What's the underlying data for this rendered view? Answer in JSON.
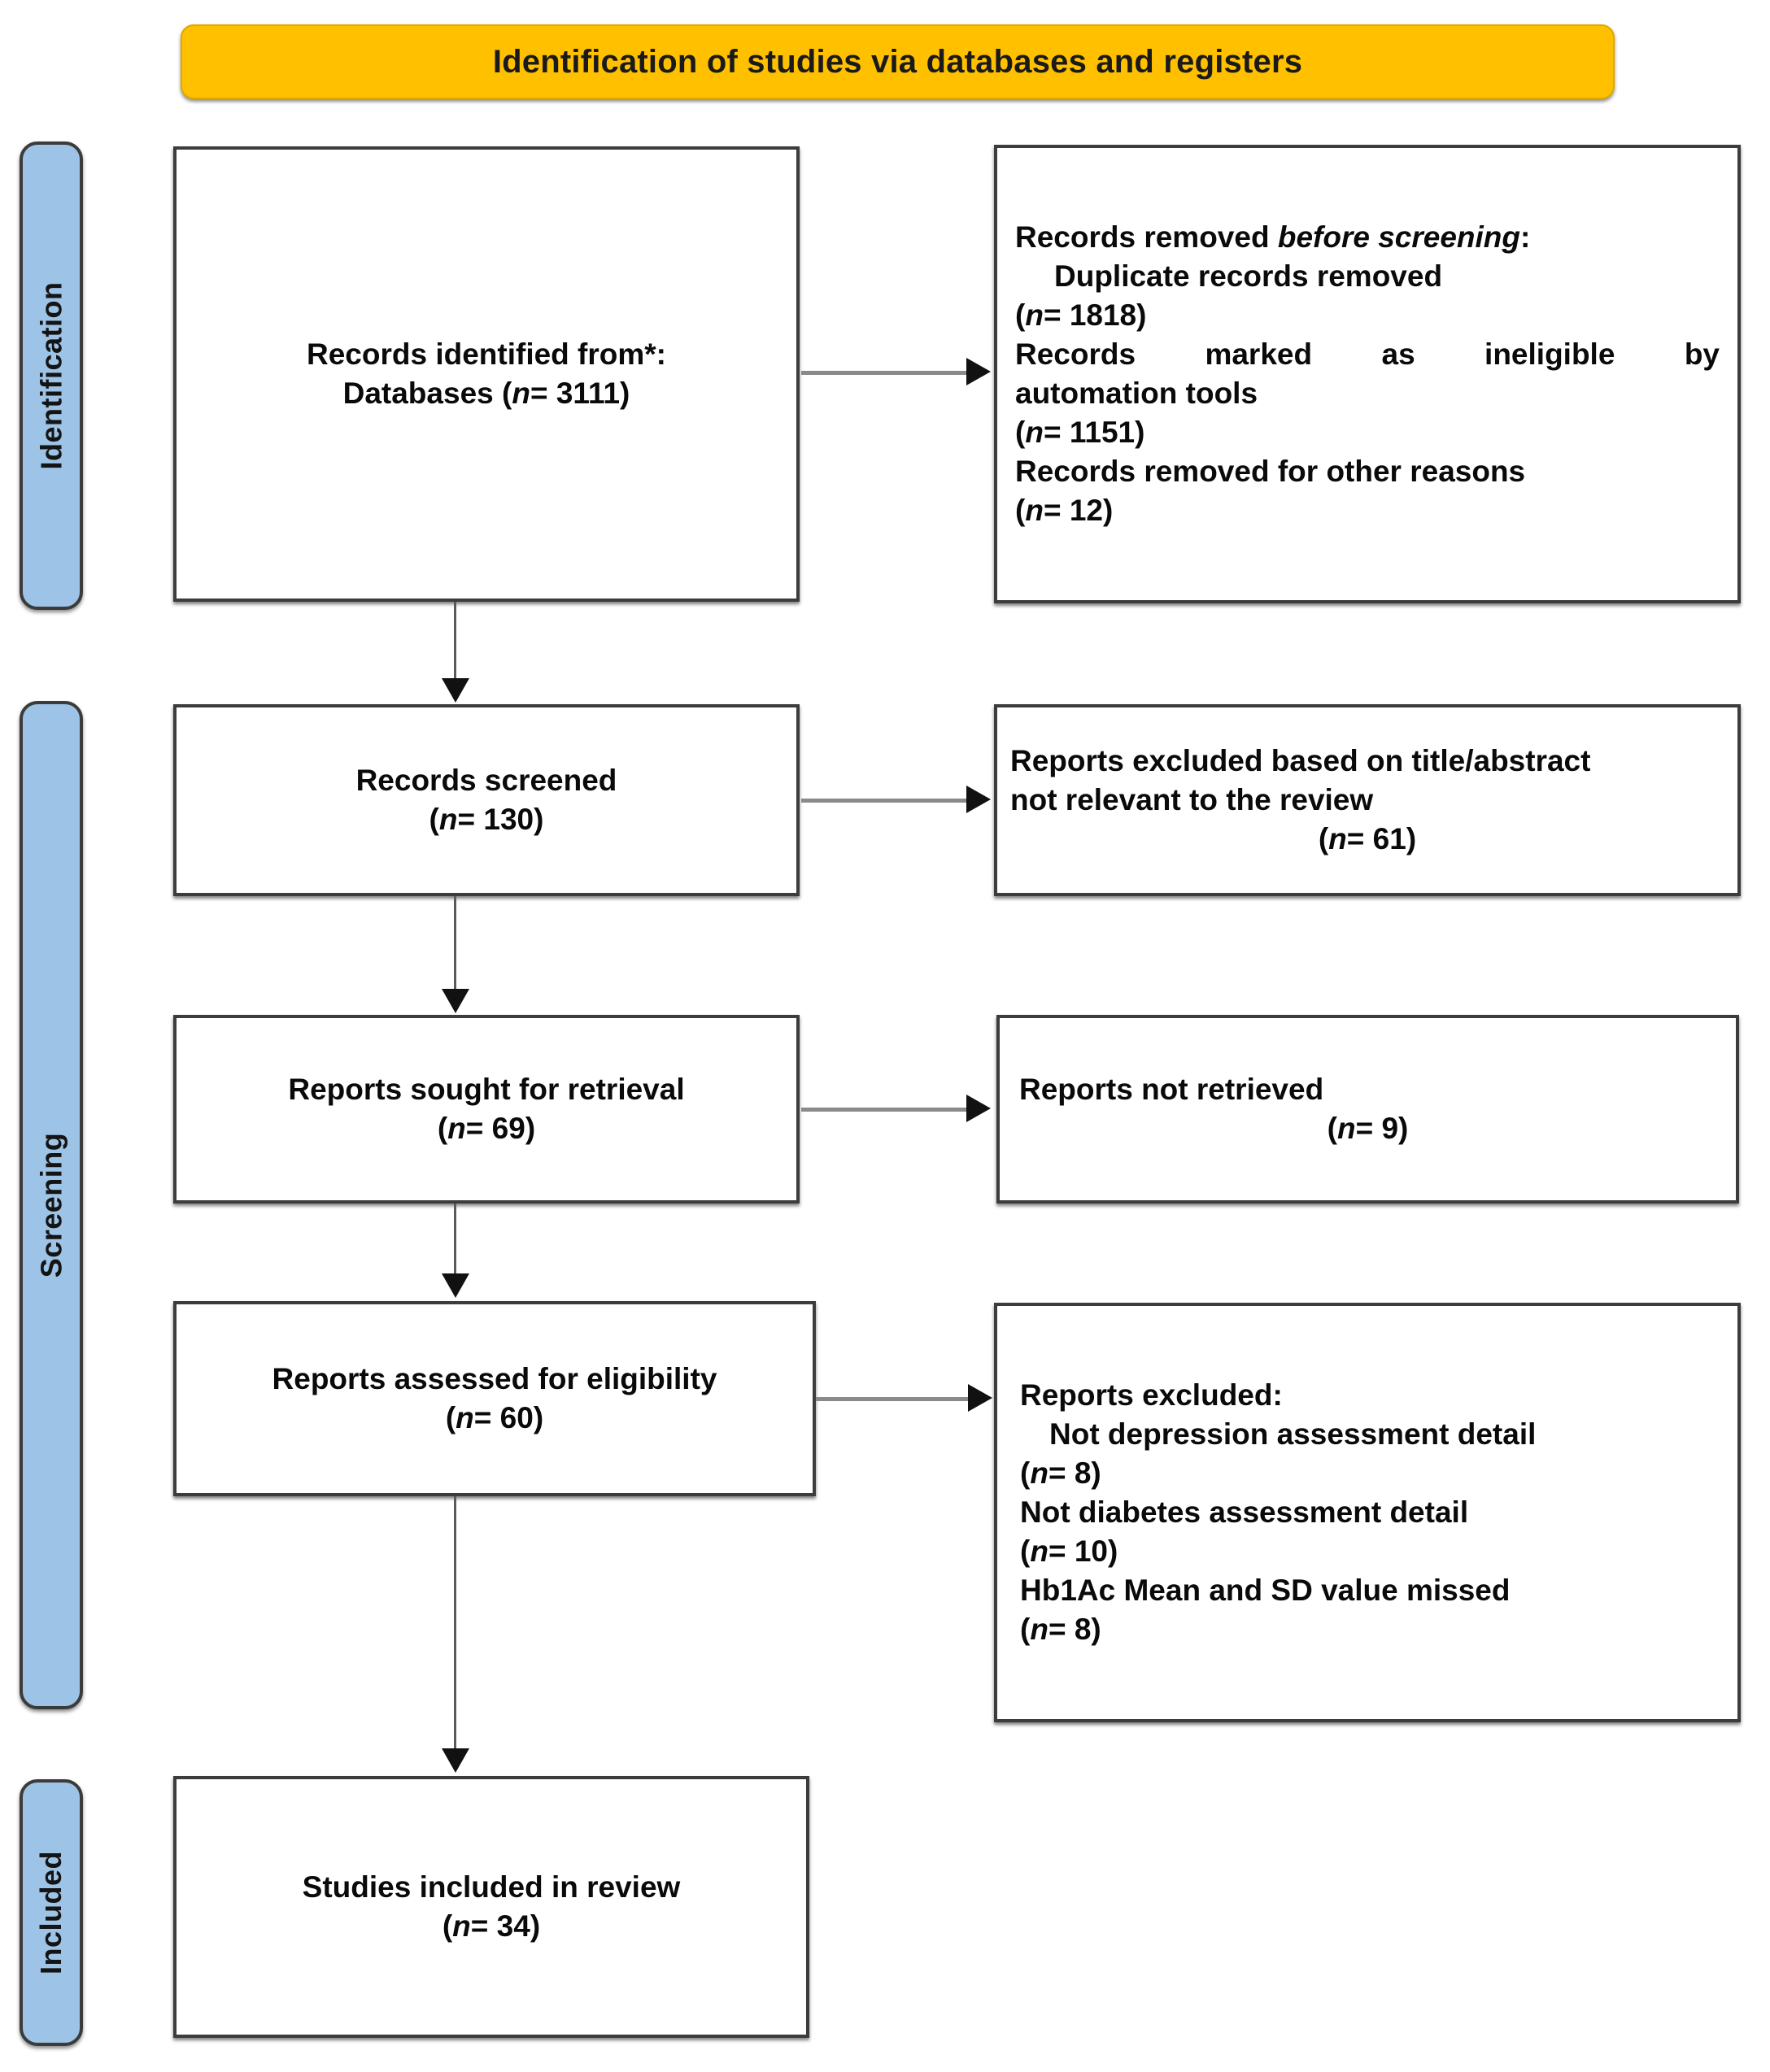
{
  "banner": {
    "title": "Identification of studies via databases and registers",
    "color": "#ffc000"
  },
  "stages": [
    {
      "id": "identification",
      "label": "Identification",
      "color": "#9dc3e6"
    },
    {
      "id": "screening",
      "label": "Screening",
      "color": "#9dc3e6"
    },
    {
      "id": "included",
      "label": "Included",
      "color": "#9dc3e6"
    }
  ],
  "boxes": {
    "records_identified": {
      "line1": "Records identified from*:",
      "line2_prefix": "Databases (",
      "line2_italic": "n",
      "line2_suffix": "= 3111)"
    },
    "records_removed": {
      "heading_prefix": "Records removed ",
      "heading_italic": "before screening",
      "heading_suffix": ":",
      "item1": "Duplicate records removed",
      "item1_n_italic": "n",
      "item1_n": "(",
      "item1_n_suffix": "= 1818)",
      "item2": "Records marked as ineligible by",
      "item2_cont": "automation tools",
      "item2_n_suffix": "= 1151)",
      "item3": "Records removed for other reasons",
      "item3_n_suffix": "= 12)"
    },
    "records_screened": {
      "line1": "Records screened",
      "line2_suffix": "= 130)"
    },
    "reports_excluded_title": {
      "line1": "Reports excluded based on title/abstract",
      "line2": "not relevant to the review",
      "line3_suffix": "= 61)"
    },
    "reports_sought": {
      "line1": "Reports sought for retrieval",
      "line2_suffix": "= 69)"
    },
    "reports_not_retrieved": {
      "line1": "Reports not retrieved",
      "line2_suffix": "= 9)"
    },
    "reports_assessed": {
      "line1": "Reports assessed for eligibility",
      "line2_suffix": "= 60)"
    },
    "reports_excluded": {
      "heading": "Reports excluded:",
      "item1": "Not depression assessment detail",
      "item1_n_suffix": "= 8)",
      "item2": "Not diabetes assessment detail",
      "item2_n_suffix": "= 10)",
      "item3": "Hb1Ac Mean and SD value missed",
      "item3_n_suffix": "= 8)"
    },
    "studies_included": {
      "line1": "Studies included in review",
      "line2_suffix": "= 34)"
    }
  },
  "symbols": {
    "paren_open": "(",
    "n_italic": "n"
  },
  "chart_data": {
    "type": "flowchart",
    "title": "Identification of studies via databases and registers",
    "nodes": [
      {
        "id": "records_identified",
        "stage": "Identification",
        "label": "Records identified from*: Databases",
        "n": 3111
      },
      {
        "id": "duplicate_removed",
        "stage": "Identification",
        "label": "Duplicate records removed",
        "n": 1818
      },
      {
        "id": "ineligible_automation",
        "stage": "Identification",
        "label": "Records marked as ineligible by automation tools",
        "n": 1151
      },
      {
        "id": "removed_other",
        "stage": "Identification",
        "label": "Records removed for other reasons",
        "n": 12
      },
      {
        "id": "records_screened",
        "stage": "Screening",
        "label": "Records screened",
        "n": 130
      },
      {
        "id": "excluded_title_abstract",
        "stage": "Screening",
        "label": "Reports excluded based on title/abstract not relevant to the review",
        "n": 61
      },
      {
        "id": "reports_sought",
        "stage": "Screening",
        "label": "Reports sought for retrieval",
        "n": 69
      },
      {
        "id": "reports_not_retrieved",
        "stage": "Screening",
        "label": "Reports not retrieved",
        "n": 9
      },
      {
        "id": "reports_assessed",
        "stage": "Screening",
        "label": "Reports assessed for eligibility",
        "n": 60
      },
      {
        "id": "not_depression_detail",
        "stage": "Screening",
        "label": "Not depression assessment detail",
        "n": 8
      },
      {
        "id": "not_diabetes_detail",
        "stage": "Screening",
        "label": "Not diabetes assessment detail",
        "n": 10
      },
      {
        "id": "hb1ac_missed",
        "stage": "Screening",
        "label": "Hb1Ac Mean and SD value missed",
        "n": 8
      },
      {
        "id": "studies_included",
        "stage": "Included",
        "label": "Studies included in review",
        "n": 34
      }
    ]
  }
}
